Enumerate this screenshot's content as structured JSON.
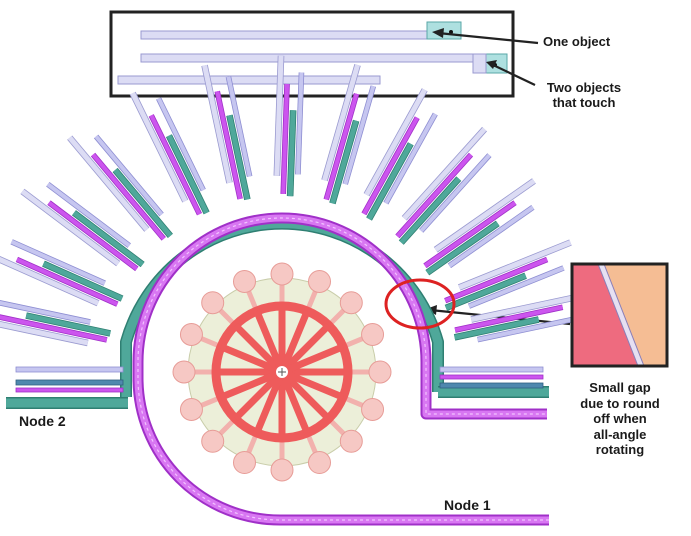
{
  "callouts": {
    "one_object": "One object",
    "two_objects_line1": "Two objects",
    "two_objects_line2": "that touch",
    "gap_line1": "Small gap",
    "gap_line2": "due to round",
    "gap_line3": "off when",
    "gap_line4": "all-angle",
    "gap_line5": "rotating"
  },
  "nodes": {
    "node1": "Node 1",
    "node2": "Node 2"
  },
  "colors": {
    "magenta_trace": "#cc55ee",
    "magenta_edge": "#a030c8",
    "teal_trace": "#4fa89a",
    "teal_edge": "#2f7f72",
    "lavender_trace": "#dcdcf4",
    "lavender_edge": "#9a9ad0",
    "blue_trace": "#4f88ae",
    "red_wheel": "#ee5b5b",
    "pink_pad": "#f6c8c4",
    "beige_disc": "#ecefd9",
    "callout_ring": "#dd2222",
    "zoom_pink": "#ee6b7f",
    "zoom_orange": "#f5bd94"
  }
}
